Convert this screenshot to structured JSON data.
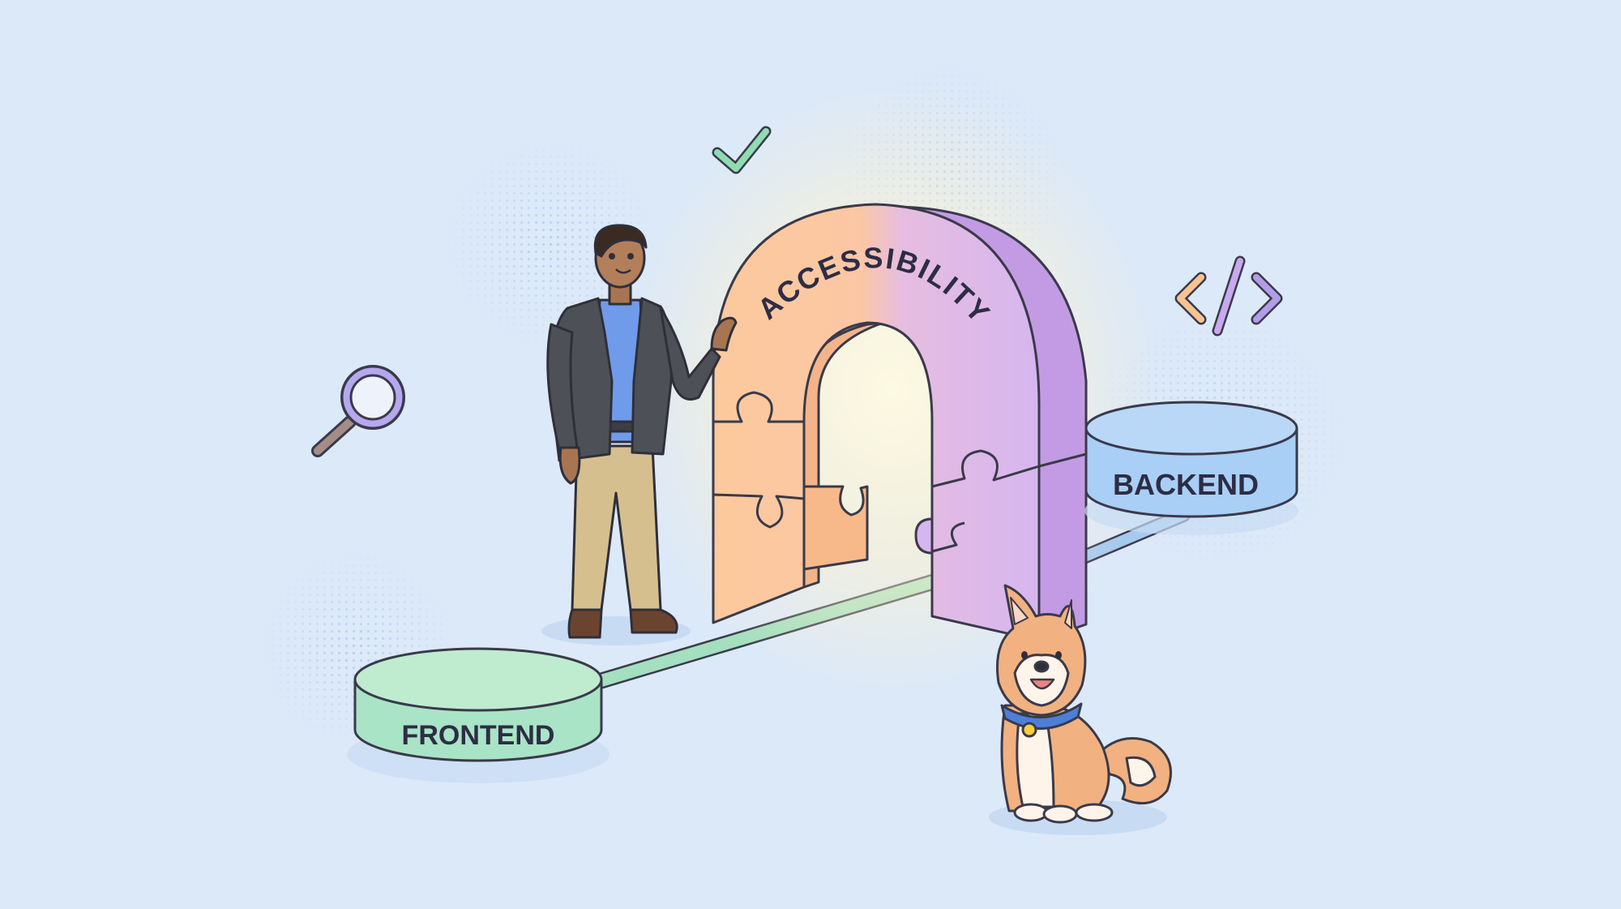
{
  "arch": {
    "label": "ACCESSIBILITY",
    "colors": {
      "left": "#fcc99d",
      "right": "#d6b6ef",
      "side": "#c39be4"
    }
  },
  "platforms": {
    "frontend": {
      "label": "FRONTEND",
      "color": "#a9e4c6"
    },
    "backend": {
      "label": "BACKEND",
      "color": "#a9cff6"
    }
  },
  "icons": [
    "checkmark-icon",
    "code-icon",
    "magnifier-icon"
  ],
  "characters": [
    "person",
    "shiba-inu-dog"
  ],
  "colors": {
    "background": "#dce9f8",
    "outline": "#3a3a4a",
    "connector_green": "#a4dfbf",
    "connector_blue": "#a6c9ef"
  }
}
